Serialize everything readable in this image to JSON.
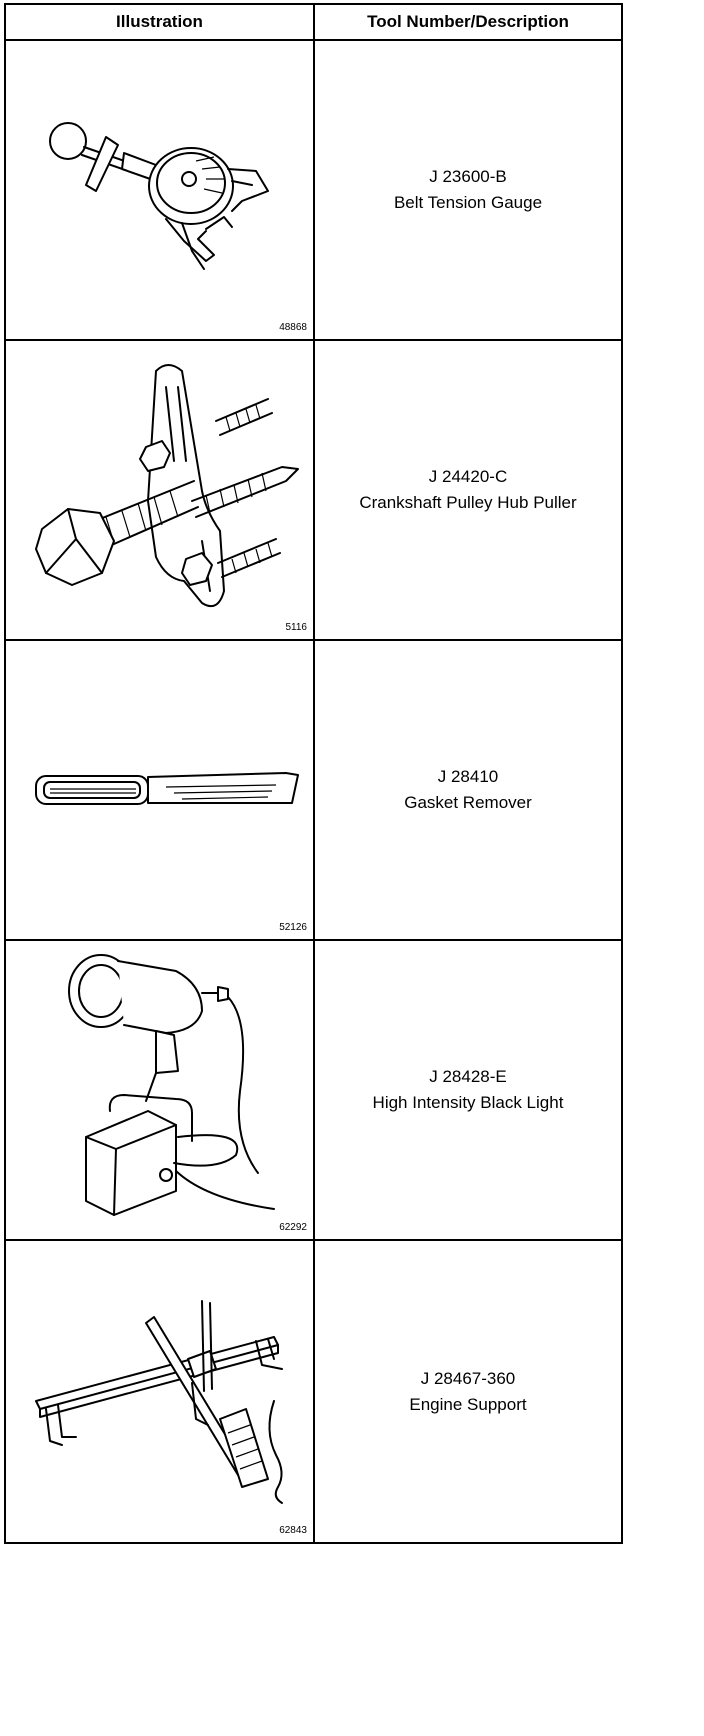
{
  "header": {
    "illustration": "Illustration",
    "description": "Tool Number/Description"
  },
  "rows": [
    {
      "figure": "48868",
      "number": "J 23600-B",
      "name": "Belt Tension Gauge",
      "icon": "belt-tension-gauge-icon"
    },
    {
      "figure": "5116",
      "number": "J 24420-C",
      "name": "Crankshaft Pulley Hub Puller",
      "icon": "hub-puller-icon"
    },
    {
      "figure": "52126",
      "number": "J 28410",
      "name": "Gasket Remover",
      "icon": "gasket-remover-icon"
    },
    {
      "figure": "62292",
      "number": "J 28428-E",
      "name": "High Intensity Black Light",
      "icon": "black-light-icon"
    },
    {
      "figure": "62843",
      "number": "J 28467-360",
      "name": "Engine Support",
      "icon": "engine-support-icon"
    }
  ]
}
